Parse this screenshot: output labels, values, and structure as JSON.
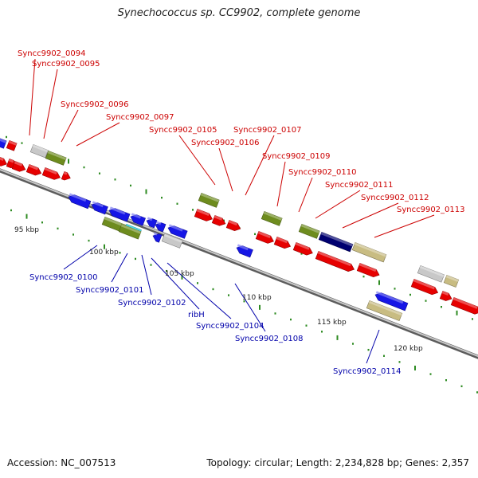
{
  "title": "Synechococcus sp. CC9902, complete genome",
  "footer": {
    "accession": "Accession: NC_007513",
    "summary": "Topology: circular; Length: 2,234,828 bp; Genes: 2,357"
  },
  "colors": {
    "top_label": "#cc0000",
    "bottom_label": "#0000aa",
    "red_gene": "#e60000",
    "blue_gene": "#1616e6",
    "olive_gene": "#6e8c1e",
    "gray_gene": "#c8c8c8",
    "navy_gene": "#000070",
    "tan_gene": "#c8bc82",
    "cyan_gene": "#00c8dc",
    "tick": "#2e8b22",
    "backbone": "#8c8c8c"
  },
  "scale_labels": [
    "95 kbp",
    "100 kbp",
    "105 kbp",
    "110 kbp",
    "115 kbp",
    "120 kbp"
  ],
  "top_labels": [
    "Syncc9902_0094",
    "Syncc9902_0095",
    "Syncc9902_0096",
    "Syncc9902_0097",
    "Syncc9902_0105",
    "Syncc9902_0106",
    "Syncc9902_0107",
    "Syncc9902_0109",
    "Syncc9902_0110",
    "Syncc9902_0111",
    "Syncc9902_0112",
    "Syncc9902_0113"
  ],
  "bottom_labels": [
    "Syncc9902_0100",
    "Syncc9902_0101",
    "Syncc9902_0102",
    "ribH",
    "Syncc9902_0104",
    "Syncc9902_0108",
    "Syncc9902_0114"
  ]
}
